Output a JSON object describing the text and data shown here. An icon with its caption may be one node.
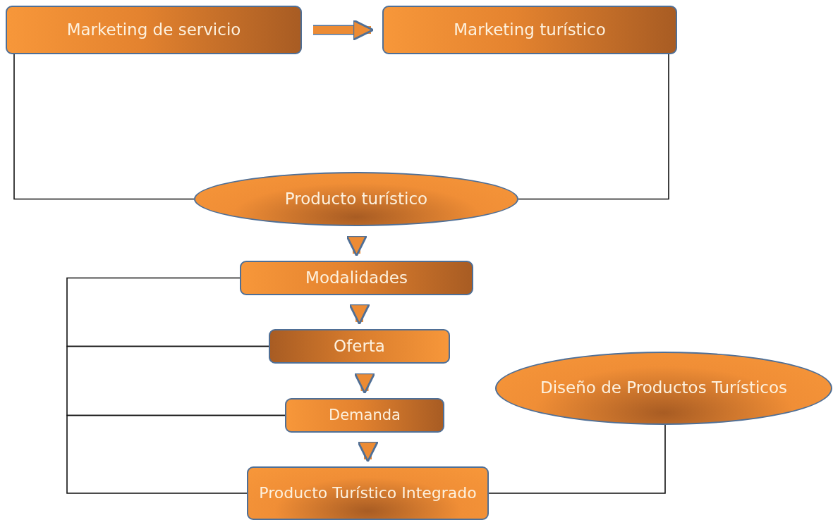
{
  "diagram": {
    "nodes": [
      {
        "text": [
          "Marketing de servicio"
        ]
      },
      {
        "text": [
          "Marketing turístico"
        ]
      },
      {
        "text": [
          "Producto turístico"
        ]
      },
      {
        "text": [
          "Modalidades"
        ]
      },
      {
        "text": [
          "Oferta"
        ]
      },
      {
        "text": [
          "Demanda"
        ]
      },
      {
        "text": [
          "Producto Turístico Integrado"
        ]
      },
      {
        "text": [
          "Diseño de Productos Turísticos"
        ]
      }
    ],
    "edges": [
      {
        "from": 0,
        "to": 1,
        "arrow": "to",
        "style": "thick",
        "color": "#ec8b34"
      },
      {
        "from": 0,
        "to": 2,
        "arrow": "none"
      },
      {
        "from": 1,
        "to": 2,
        "arrow": "none"
      },
      {
        "from": 2,
        "to": 3,
        "arrow": "to",
        "style": "thick",
        "color": "#ec8b34"
      },
      {
        "from": 3,
        "to": 4,
        "arrow": "to",
        "style": "thick",
        "color": "#ec8b34"
      },
      {
        "from": 4,
        "to": 5,
        "arrow": "to",
        "style": "thick",
        "color": "#ec8b34"
      },
      {
        "from": 5,
        "to": 6,
        "arrow": "to",
        "style": "thick",
        "color": "#ec8b34"
      },
      {
        "from": 3,
        "to": 4,
        "arrow": "none"
      },
      {
        "from": 4,
        "to": 5,
        "arrow": "none"
      },
      {
        "from": 5,
        "to": 6,
        "arrow": "none"
      },
      {
        "from": 7,
        "to": 6,
        "arrow": "none"
      }
    ]
  }
}
